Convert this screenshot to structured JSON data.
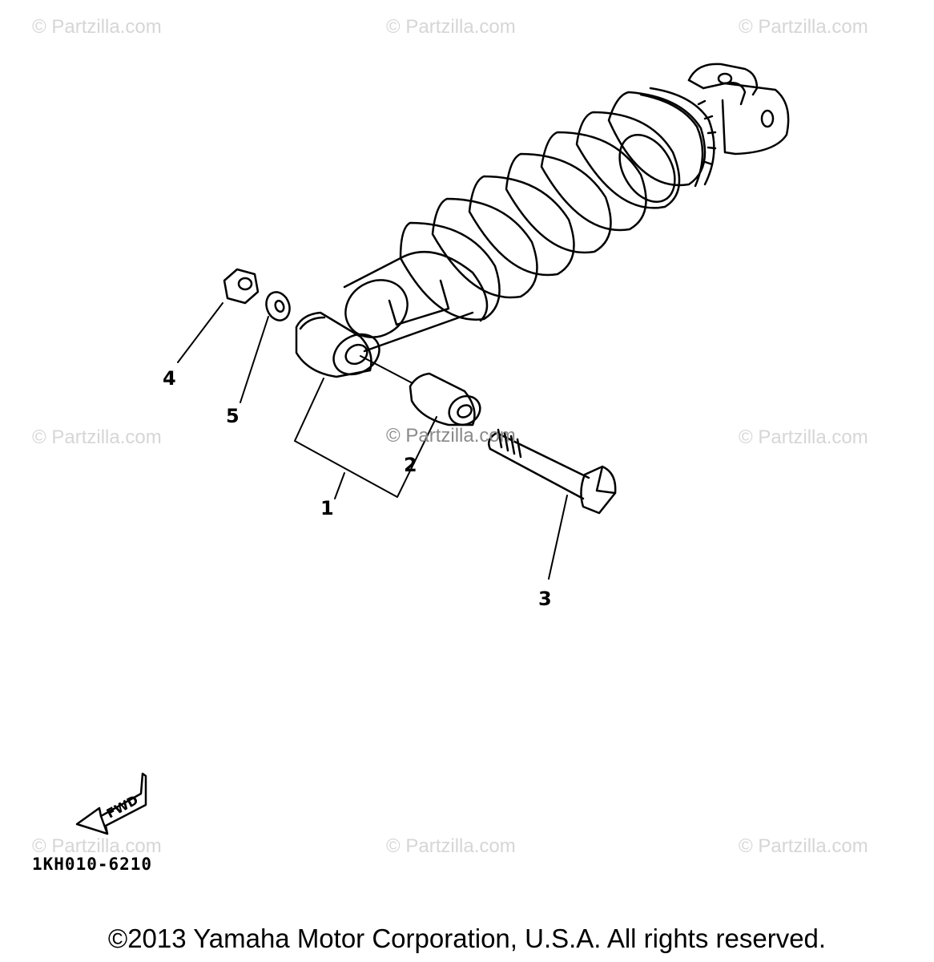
{
  "watermark": "© Partzilla.com",
  "callouts": {
    "c1": "1",
    "c2": "2",
    "c3": "3",
    "c4": "4",
    "c5": "5"
  },
  "fwd_label": "FWD",
  "diagram_code": "1KH010-6210",
  "copyright": "©2013 Yamaha Motor Corporation, U.S.A. All rights reserved.",
  "colors": {
    "line": "#000000",
    "watermark": "#d6d6d6",
    "background": "#ffffff"
  }
}
